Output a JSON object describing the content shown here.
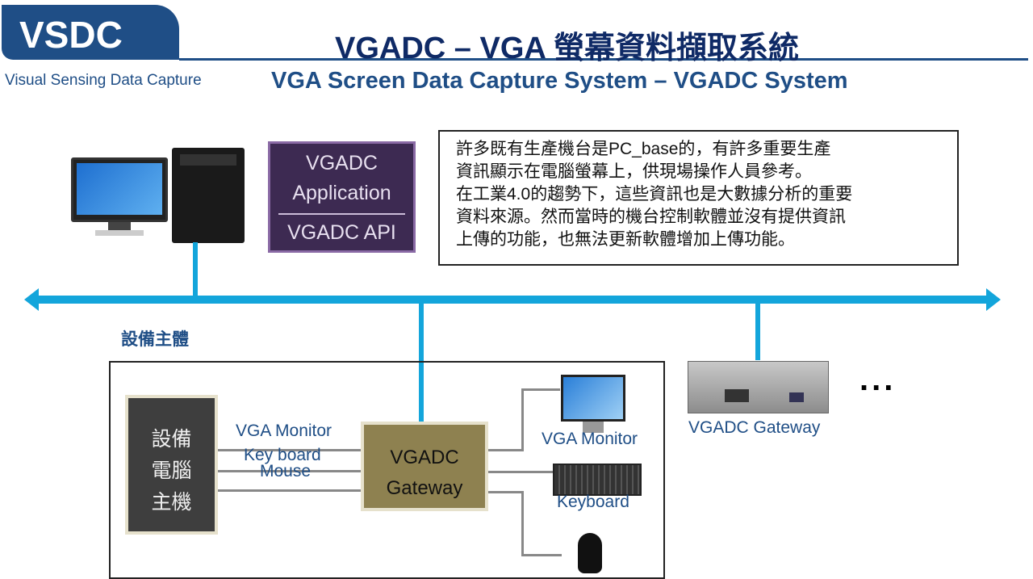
{
  "header": {
    "logo": "VSDC",
    "subtitle": "Visual Sensing Data Capture",
    "title": "VGADC – VGA 螢幕資料擷取系統",
    "title_en": "VGA Screen Data Capture System – VGADC System"
  },
  "app_box": {
    "line1": "VGADC",
    "line2": "Application",
    "line3": "VGADC  API"
  },
  "note": {
    "lines": [
      "許多既有生產機台是PC_base的，有許多重要生產",
      "資訊顯示在電腦螢幕上，供現場操作人員參考。",
      "在工業4.0的趨勢下，這些資訊也是大數據分析的重要",
      "資料來源。然而當時的機台控制軟體並沒有提供資訊",
      "上傳的功能，也無法更新軟體增加上傳功能。"
    ]
  },
  "equipment": {
    "label": "設備主體",
    "host": [
      "設備",
      "電腦",
      "主機"
    ],
    "gateway": [
      "VGADC",
      "Gateway"
    ],
    "links": {
      "vga": "VGA  Monitor",
      "keyboard": "Key board",
      "mouse": "Mouse"
    },
    "devices": {
      "monitor": "VGA  Monitor",
      "keyboard": "Keyboard"
    }
  },
  "gateway_device": {
    "label": "VGADC  Gateway"
  },
  "more": "..."
}
